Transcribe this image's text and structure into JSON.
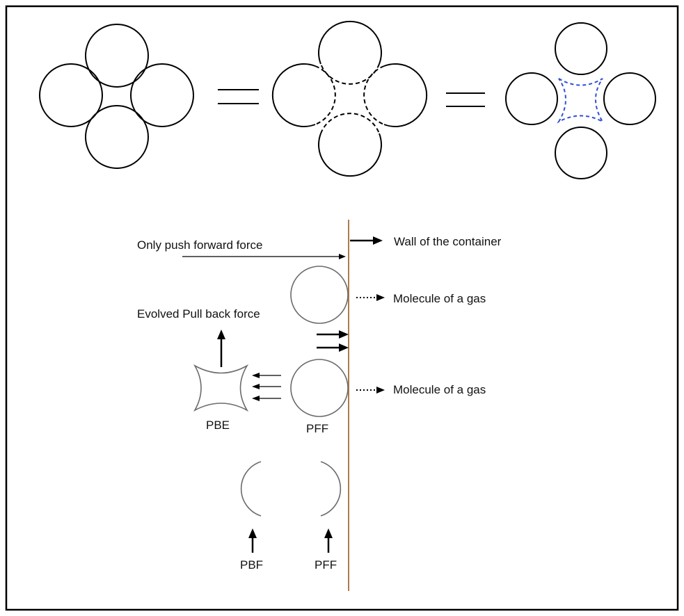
{
  "top_row": {
    "equals_sign_count": 2,
    "groups": [
      {
        "description": "four touching circles",
        "circle_count": 4
      },
      {
        "description": "four circles with dashed inner arcs",
        "circle_count": 4
      },
      {
        "description": "four separated circles with blue dashed void",
        "circle_count": 4
      }
    ]
  },
  "labels": {
    "push_forward": "Only push forward force",
    "wall": "Wall of the container",
    "molecule_1": "Molecule of a gas",
    "molecule_2": "Molecule of a gas",
    "pull_back": "Evolved Pull back force",
    "pbe": "PBE",
    "pff_1": "PFF",
    "pbf": "PBF",
    "pff_2": "PFF"
  },
  "colors": {
    "line": "#000000",
    "wall": "#b07a4a",
    "void_dashed": "#2f4fd8",
    "molecule": "#6b6b6b"
  }
}
